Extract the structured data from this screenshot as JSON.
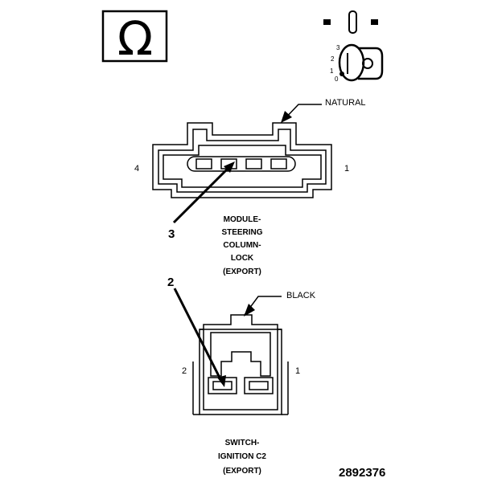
{
  "connector_top": {
    "color_label": "NATURAL",
    "pin_left": "4",
    "pin_right": "1",
    "callout": "3",
    "caption": [
      "MODULE-",
      "STEERING",
      "COLUMN-",
      "LOCK",
      "(EXPORT)"
    ]
  },
  "connector_bottom": {
    "color_label": "BLACK",
    "pin_left": "2",
    "pin_right": "1",
    "callout": "2",
    "caption": [
      "SWITCH-",
      "IGNITION C2",
      "(EXPORT)"
    ]
  },
  "key_positions": [
    "3",
    "2",
    "1",
    "0"
  ],
  "symbols": {
    "omega": "Ω"
  },
  "figure_number": "2892376"
}
